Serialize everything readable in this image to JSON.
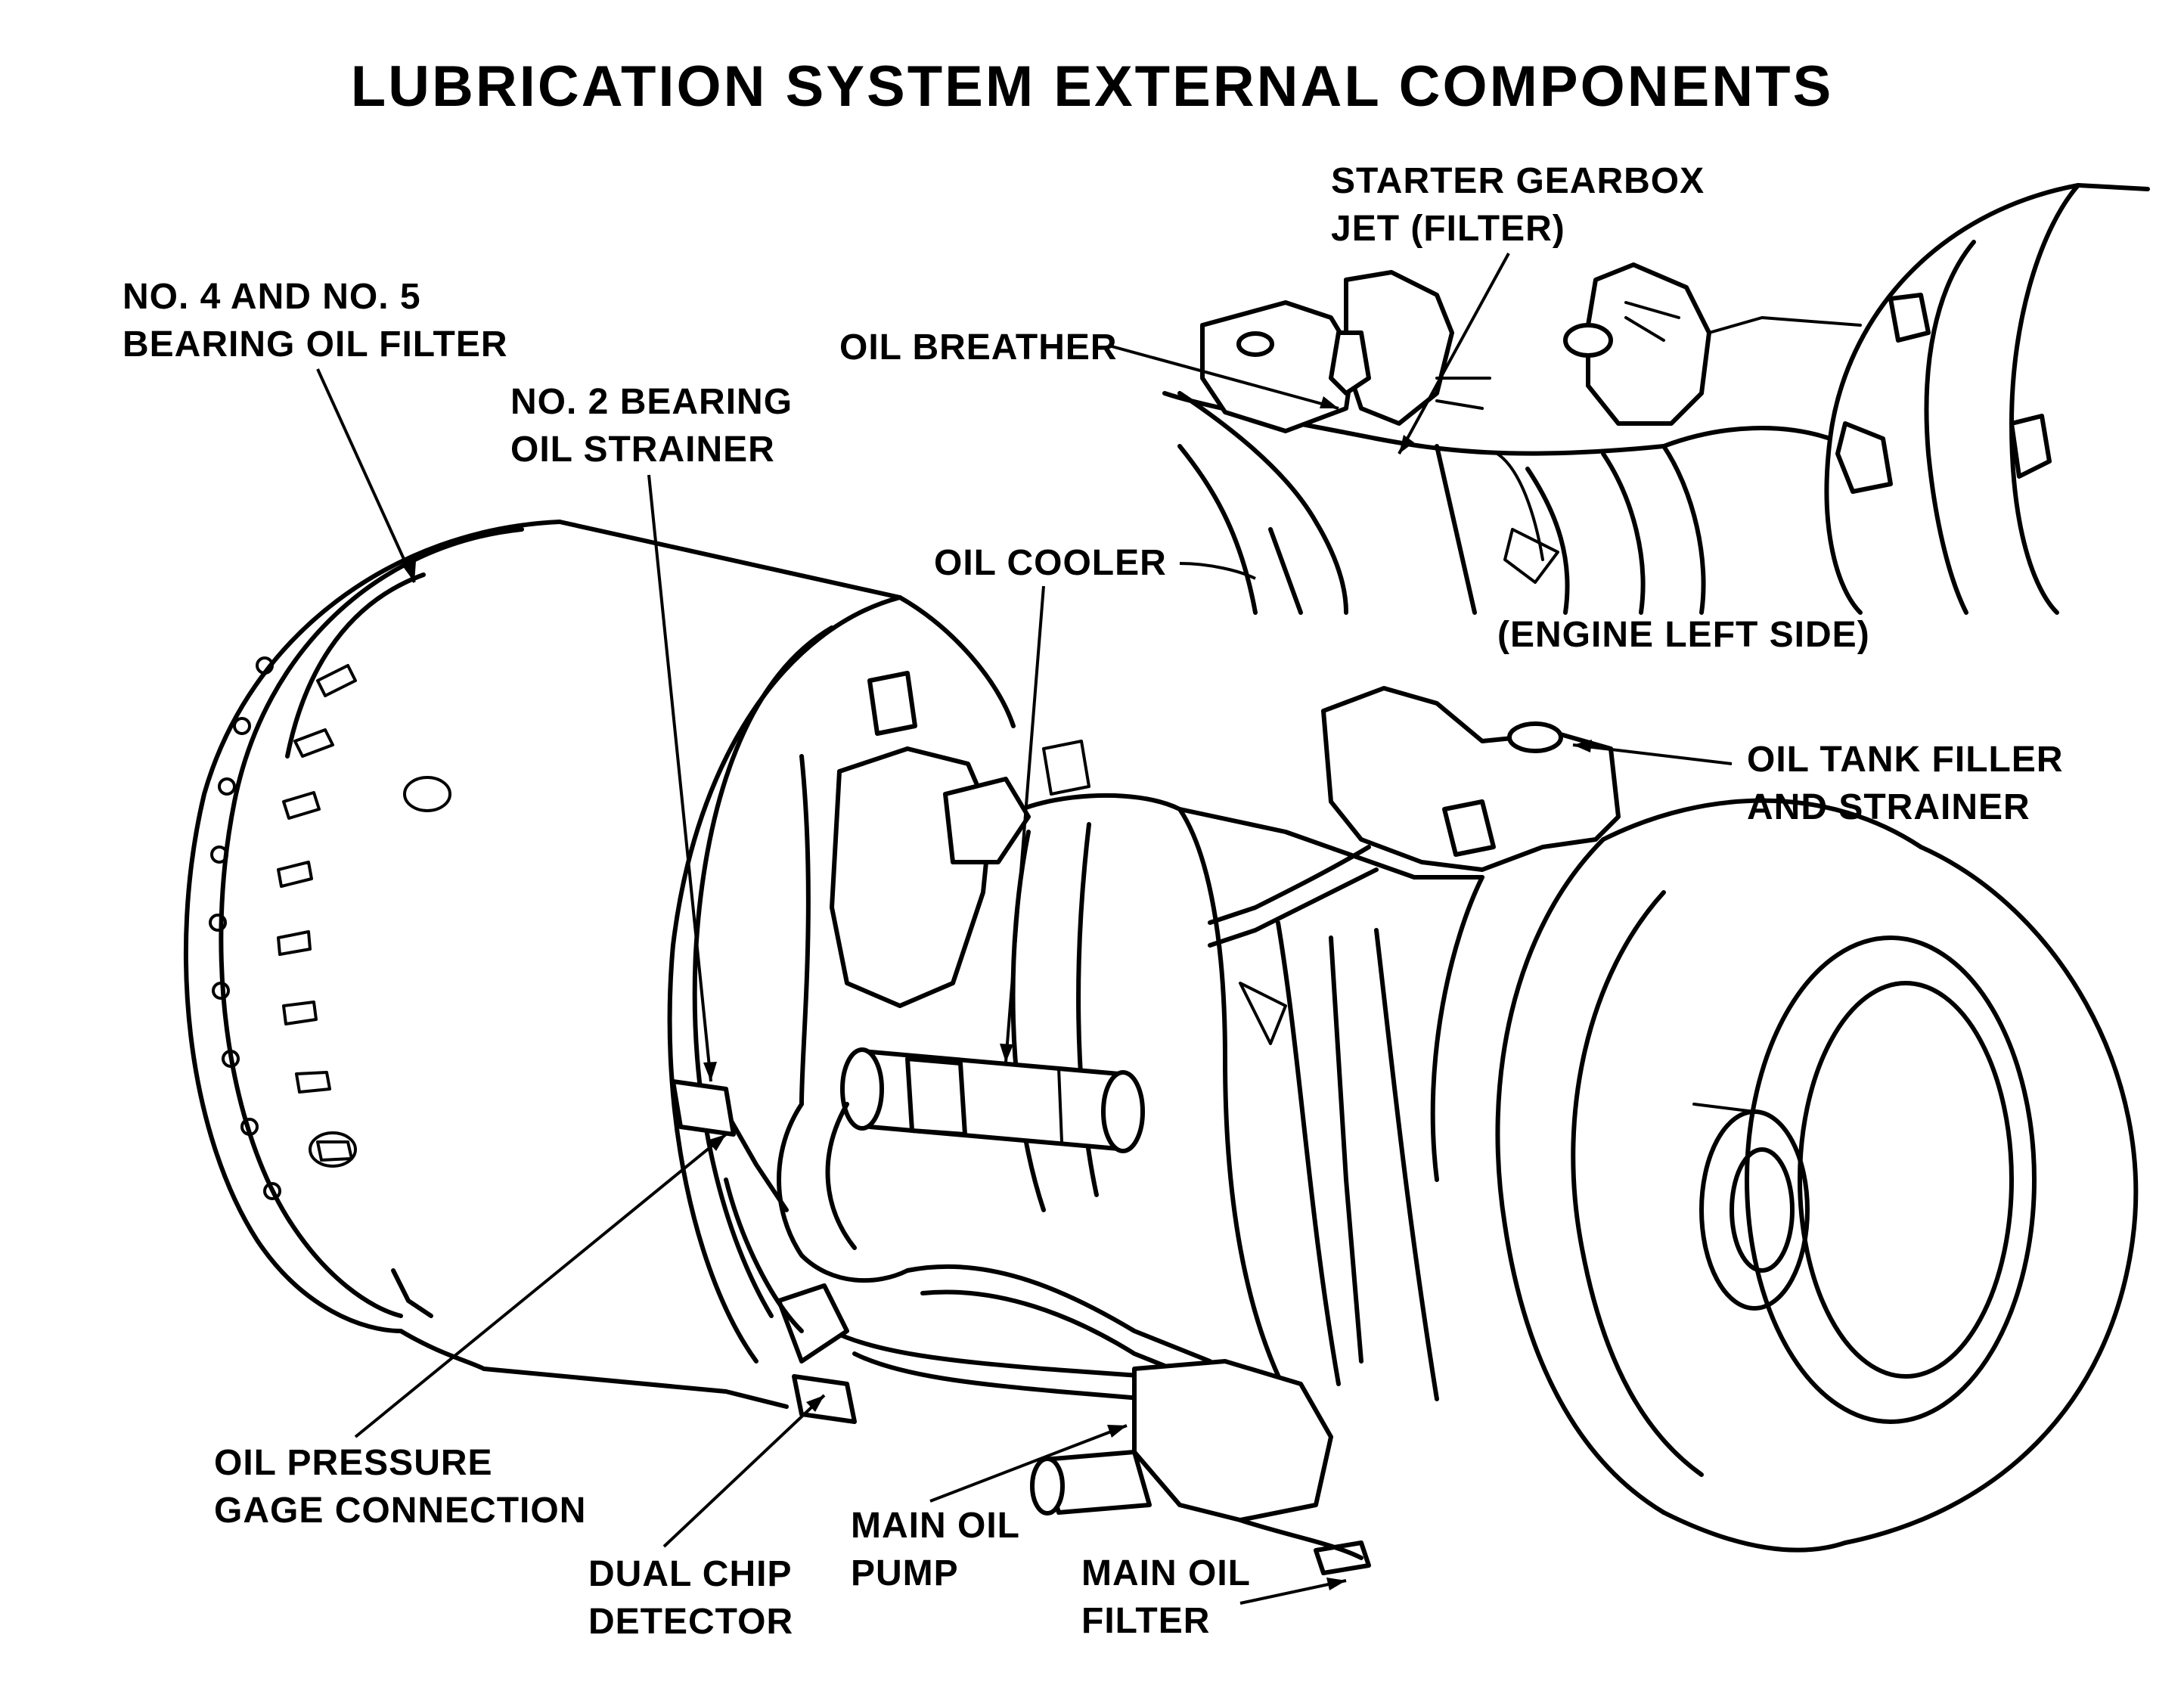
{
  "title": "LUBRICATION SYSTEM EXTERNAL COMPONENTS",
  "labels": {
    "starter_gearbox_jet": [
      "STARTER GEARBOX",
      "JET (FILTER)"
    ],
    "bearing_filter": [
      "NO. 4 AND NO. 5",
      "BEARING OIL FILTER"
    ],
    "oil_breather": [
      "OIL BREATHER"
    ],
    "no2_strainer": [
      "NO. 2 BEARING",
      "OIL STRAINER"
    ],
    "oil_cooler": [
      "OIL COOLER"
    ],
    "engine_left_side": [
      "(ENGINE LEFT SIDE)"
    ],
    "oil_tank_filler": [
      "OIL TANK FILLER",
      "AND STRAINER"
    ],
    "oil_pressure_gage": [
      "OIL PRESSURE",
      "GAGE CONNECTION"
    ],
    "dual_chip": [
      "DUAL CHIP",
      "DETECTOR"
    ],
    "main_oil_pump": [
      "MAIN OIL",
      "PUMP"
    ],
    "main_oil_filter": [
      "MAIN OIL",
      "FILTER"
    ]
  },
  "colors": {
    "ink": "#000000",
    "paper": "#ffffff"
  }
}
